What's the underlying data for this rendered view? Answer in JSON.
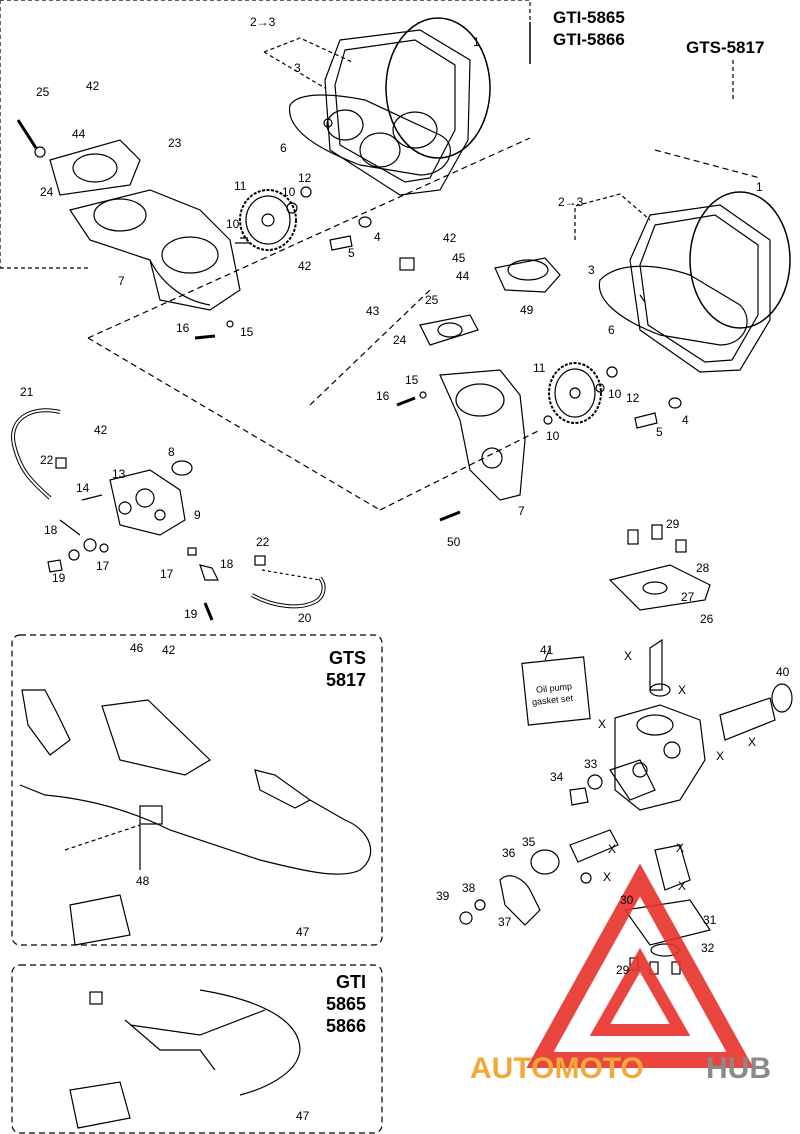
{
  "models": {
    "top_left_line1": "GTI-5865",
    "top_left_line2": "GTI-5866",
    "top_right": "GTS-5817"
  },
  "box_gts": {
    "line1": "GTS",
    "line2": "5817"
  },
  "box_gti": {
    "line1": "GTI",
    "line2": "5865",
    "line3": "5866"
  },
  "kit_label": {
    "line1": "Oil pump",
    "line2": "gasket set"
  },
  "callouts": {
    "n1a": "1",
    "n23a": "2→3",
    "n3a": "3",
    "n6a": "6",
    "n25a": "25",
    "n42a": "42",
    "n44a": "44",
    "n23": "23",
    "n24a": "24",
    "n7a": "7",
    "n11a": "11",
    "n10a": "10",
    "n12a": "12",
    "n10b": "10",
    "n42b": "42",
    "n5a": "5",
    "n4a": "4",
    "n16a": "16",
    "n15a": "15",
    "n1b": "1",
    "n23b": "2→3",
    "n3b": "3",
    "n6b": "6",
    "n42c": "42",
    "n45": "45",
    "n44b": "44",
    "n49": "49",
    "n43": "43",
    "n25b": "25",
    "n24b": "24",
    "n15b": "15",
    "n16b": "16",
    "n11b": "11",
    "n10c": "10",
    "n12b": "12",
    "n10d": "10",
    "n5b": "5",
    "n4b": "4",
    "n7b": "7",
    "n50": "50",
    "n21": "21",
    "n42d": "42",
    "n22a": "22",
    "n8": "8",
    "n13": "13",
    "n14": "14",
    "n9": "9",
    "n18a": "18",
    "n17a": "17",
    "n19a": "19",
    "n22b": "22",
    "n17b": "17",
    "n18b": "18",
    "n19b": "19",
    "n20": "20",
    "n46": "46",
    "n42e": "42",
    "n48": "48",
    "n47a": "47",
    "n47b": "47",
    "n29a": "29",
    "n28": "28",
    "n27": "27",
    "n26": "26",
    "n41": "41",
    "n40": "40",
    "n33": "33",
    "n34": "34",
    "n35": "35",
    "n36": "36",
    "n39": "39",
    "n38": "38",
    "n37": "37",
    "n30": "30",
    "n31": "31",
    "n32": "32",
    "n29b": "29"
  },
  "x_marks": [
    "X",
    "X",
    "X",
    "X",
    "X",
    "X",
    "X",
    "X",
    "X"
  ],
  "watermark": {
    "part1": "AUTOMOTO",
    "part2": "HUB"
  },
  "colors": {
    "line": "#000000",
    "watermark_red": "#e8322b",
    "watermark_orange": "#f5a83a",
    "watermark_gray": "#8a8a8a"
  }
}
